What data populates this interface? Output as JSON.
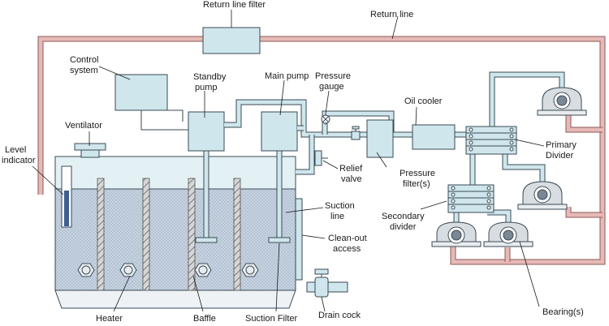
{
  "labels": {
    "return_line_filter": "Return line filter",
    "return_line": "Return line",
    "control_system_1": "Control",
    "control_system_2": "system",
    "standby_pump_1": "Standby",
    "standby_pump_2": "pump",
    "main_pump": "Main pump",
    "pressure_gauge_1": "Pressure",
    "pressure_gauge_2": "gauge",
    "oil_cooler": "Oil cooler",
    "primary_divider_1": "Primary",
    "primary_divider_2": "Divider",
    "ventilator": "Ventilator",
    "level_indicator_1": "Level",
    "level_indicator_2": "indicator",
    "relief_valve_1": "Relief",
    "relief_valve_2": "valve",
    "pressure_filters_1": "Pressure",
    "pressure_filters_2": "filter(s)",
    "suction_line_1": "Suction",
    "suction_line_2": "line",
    "secondary_divider_1": "Secondary",
    "secondary_divider_2": "divider",
    "cleanout_1": "Clean-out",
    "cleanout_2": "access",
    "bearings": "Bearing(s)",
    "heater": "Heater",
    "baffle": "Baffle",
    "suction_filter": "Suction Filter",
    "drain_cock": "Drain cock"
  },
  "colors": {
    "component_fill": "#cfe6ec",
    "component_stroke": "#3a4a55",
    "return_line": "#e7b9b6",
    "return_stroke": "#8a5a58",
    "oil_fill": "#c8d4e2",
    "tank_air": "#e3f1f4"
  }
}
